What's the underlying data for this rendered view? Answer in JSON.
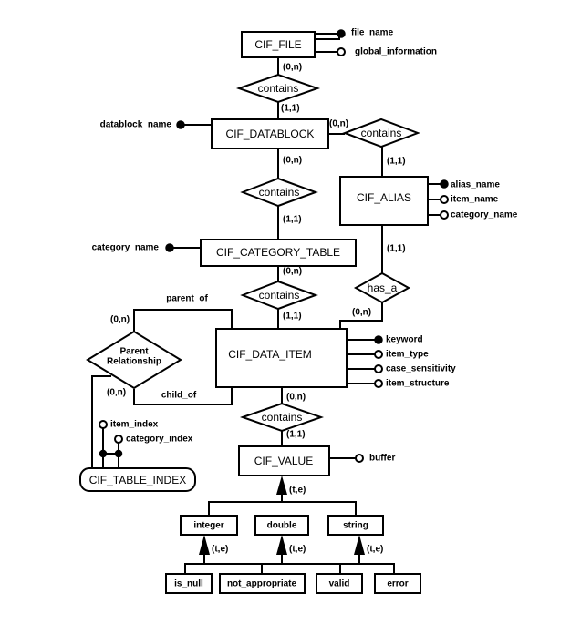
{
  "diagram": {
    "type": "entity-relationship",
    "entities": {
      "cif_file": "CIF_FILE",
      "cif_datablock": "CIF_DATABLOCK",
      "cif_alias": "CIF_ALIAS",
      "cif_category_table": "CIF_CATEGORY_TABLE",
      "cif_data_item": "CIF_DATA_ITEM",
      "cif_table_index": "CIF_TABLE_INDEX",
      "cif_value": "CIF_VALUE",
      "integer": "integer",
      "double": "double",
      "string": "string",
      "is_null": "is_null",
      "not_appropriate": "not_appropriate",
      "valid": "valid",
      "error": "error"
    },
    "relationships": {
      "file_datablock": "contains",
      "datablock_alias": "contains",
      "datablock_category": "contains",
      "category_item": "contains",
      "alias_item": "has_a",
      "item_value": "contains",
      "parent_rel_line1": "Parent",
      "parent_rel_line2": "Relationship"
    },
    "roles": {
      "parent_of": "parent_of",
      "child_of": "child_of"
    },
    "attributes": {
      "file_name": "file_name",
      "global_information": "global_information",
      "datablock_name": "datablock_name",
      "alias_name": "alias_name",
      "alias_item_name": "item_name",
      "alias_category_name": "category_name",
      "category_name": "category_name",
      "keyword": "keyword",
      "item_type": "item_type",
      "case_sensitivity": "case_sensitivity",
      "item_structure": "item_structure",
      "item_index": "item_index",
      "category_index": "category_index",
      "buffer": "buffer"
    },
    "cardinalities": {
      "file_contains": "(0,n)",
      "contains_datablock": "(1,1)",
      "datablock_alias": "(0,n)",
      "alias_contains": "(1,1)",
      "datablock_cat": "(0,n)",
      "cat_contains": "(1,1)",
      "alias_hasa": "(1,1)",
      "hasa_item": "(0,n)",
      "category_item": "(0,n)",
      "contains_item": "(1,1)",
      "parent_top": "(0,n)",
      "parent_bottom": "(0,n)",
      "item_value": "(0,n)",
      "contains_value": "(1,1)"
    },
    "generalizations": {
      "value": "(t,e)",
      "integer": "(t,e)",
      "double": "(t,e)",
      "string": "(t,e)"
    }
  }
}
